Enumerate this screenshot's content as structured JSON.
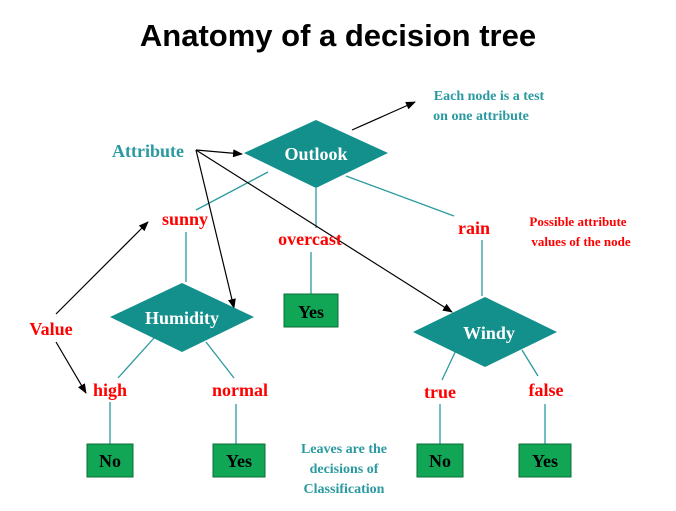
{
  "title": "Anatomy of a decision tree",
  "colors": {
    "node_fill": "#138f8c",
    "leaf_fill": "#11a556",
    "teal_text": "#2a9aa0",
    "red_text": "#ff0000",
    "edge_line": "#2a9aa0",
    "arrow": "#000000"
  },
  "nodes": {
    "outlook": "Outlook",
    "humidity": "Humidity",
    "windy": "Windy"
  },
  "edge_labels": {
    "sunny": "sunny",
    "overcast": "overcast",
    "rain": "rain",
    "high": "high",
    "normal": "normal",
    "true": "true",
    "false": "false"
  },
  "leaves": {
    "overcast_yes": "Yes",
    "high_no": "No",
    "normal_yes": "Yes",
    "true_no": "No",
    "false_yes": "Yes"
  },
  "annotations": {
    "attribute": "Attribute",
    "value": "Value",
    "node_test_line1": "Each node is a test",
    "node_test_line2": "on one attribute",
    "possible_values_line1": "Possible attribute",
    "possible_values_line2": "values of the node",
    "leaves_line1": "Leaves are the",
    "leaves_line2": "decisions of",
    "leaves_line3": "Classification"
  }
}
